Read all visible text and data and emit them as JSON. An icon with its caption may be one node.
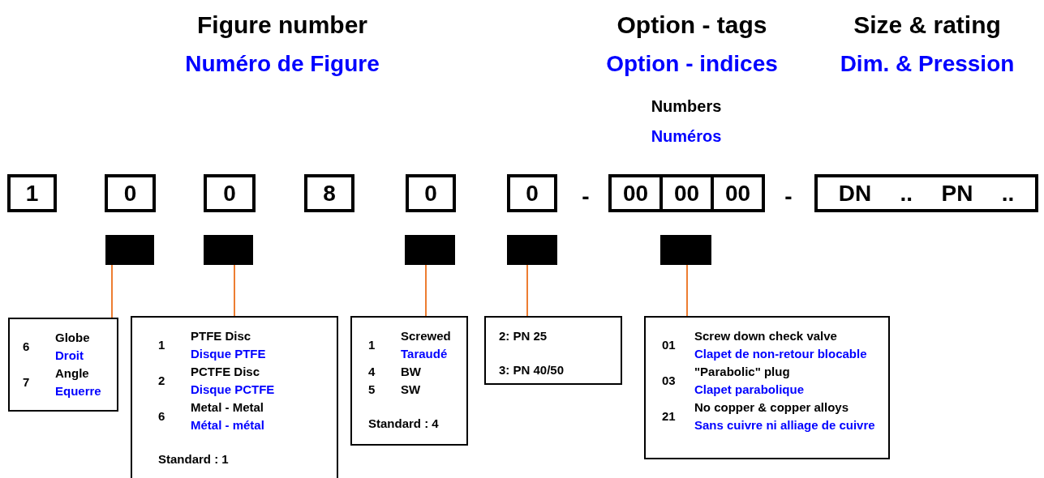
{
  "diagram": {
    "nodes": [
      {
        "text": [
          "1"
        ]
      },
      {
        "text": [
          "0"
        ]
      },
      {
        "text": [
          "0"
        ]
      },
      {
        "text": [
          "8"
        ]
      },
      {
        "text": [
          "0"
        ]
      },
      {
        "text": [
          "0"
        ]
      },
      {
        "text": [
          "00",
          "00",
          "00"
        ]
      },
      {
        "text": [
          "DN",
          "..",
          "PN",
          ".."
        ]
      },
      {
        "text": [],
        "shape": "bar"
      },
      {
        "text": [],
        "shape": "bar"
      },
      {
        "text": [],
        "shape": "bar"
      },
      {
        "text": [],
        "shape": "bar"
      },
      {
        "text": [],
        "shape": "bar"
      },
      {
        "text": [
          "6",
          "Globe",
          "Droit",
          "7",
          "Angle",
          "Equerre"
        ]
      },
      {
        "text": [
          "1",
          "PTFE Disc",
          "Disque PTFE",
          "2",
          "PCTFE Disc",
          "Disque PCTFE",
          "6",
          "Metal - Metal",
          "Métal - métal",
          "Standard : 1"
        ]
      },
      {
        "text": [
          "1",
          "Screwed",
          "Taraudé",
          "4",
          "BW",
          "5",
          "SW",
          "Standard : 4"
        ]
      },
      {
        "text": [
          "2: PN 25",
          "3: PN 40/50"
        ]
      },
      {
        "text": [
          "01",
          "Screw down check valve",
          "Clapet de non-retour blocable",
          "03",
          "\"Parabolic\" plug",
          "Clapet parabolique",
          "21",
          "No copper & copper alloys",
          "Sans cuivre ni alliage de cuivre"
        ]
      }
    ],
    "edges": [
      {
        "from": 8,
        "to": 13,
        "arrow": "none"
      },
      {
        "from": 9,
        "to": 14,
        "arrow": "none"
      },
      {
        "from": 10,
        "to": 15,
        "arrow": "none"
      },
      {
        "from": 11,
        "to": 16,
        "arrow": "none"
      },
      {
        "from": 12,
        "to": 17,
        "arrow": "none"
      }
    ],
    "labels": [
      "Figure number",
      "Option - tags",
      "Size & rating",
      "Numéro de Figure",
      "Option - indices",
      "Dim. & Pression",
      "Numbers",
      "Numéros",
      "-",
      "-"
    ]
  }
}
